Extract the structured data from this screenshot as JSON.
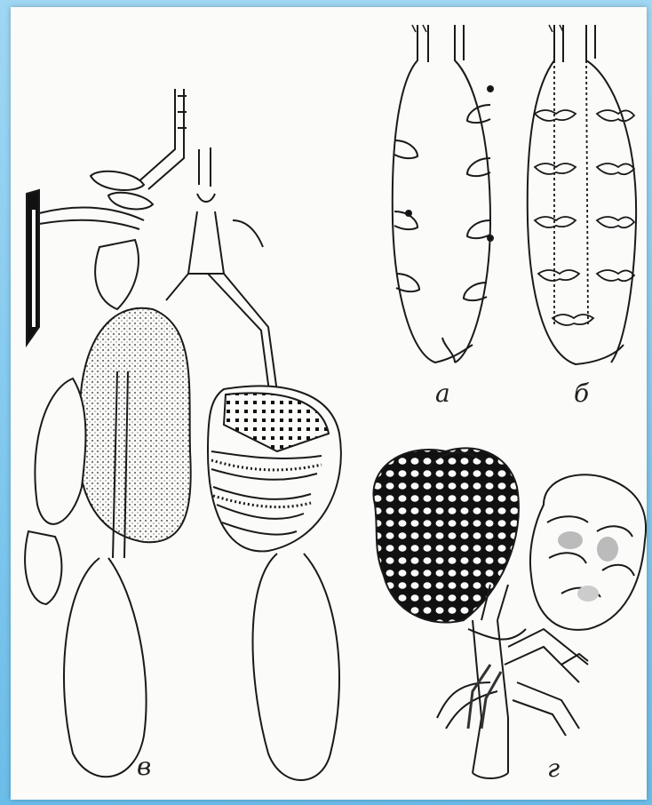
{
  "labels": {
    "a": "а",
    "b": "б",
    "v": "в",
    "g": "г"
  },
  "colors": {
    "background": "#7fc6ee",
    "paper": "#fbfbfa",
    "ink": "#1a1a1a"
  }
}
